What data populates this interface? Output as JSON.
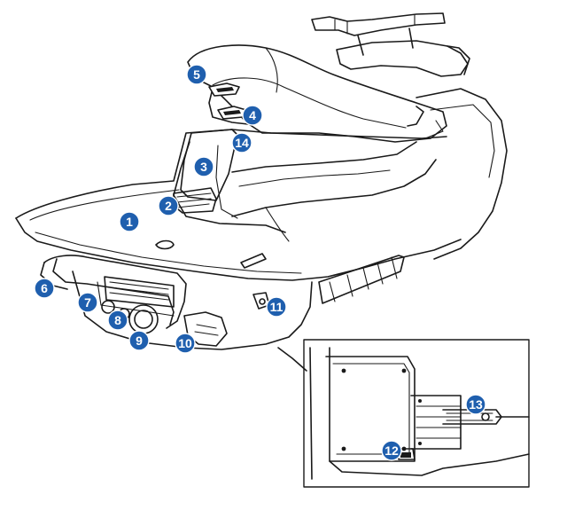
{
  "diagram": {
    "callout_color": "#1f5fae",
    "callouts": [
      {
        "id": "1",
        "label": "1"
      },
      {
        "id": "2",
        "label": "2"
      },
      {
        "id": "3",
        "label": "3"
      },
      {
        "id": "4",
        "label": "4"
      },
      {
        "id": "5",
        "label": "5"
      },
      {
        "id": "6",
        "label": "6"
      },
      {
        "id": "7",
        "label": "7"
      },
      {
        "id": "8",
        "label": "8"
      },
      {
        "id": "9",
        "label": "9"
      },
      {
        "id": "10",
        "label": "10"
      },
      {
        "id": "11",
        "label": "11"
      },
      {
        "id": "12",
        "label": "12"
      },
      {
        "id": "13",
        "label": "13"
      },
      {
        "id": "14",
        "label": "14"
      }
    ]
  }
}
